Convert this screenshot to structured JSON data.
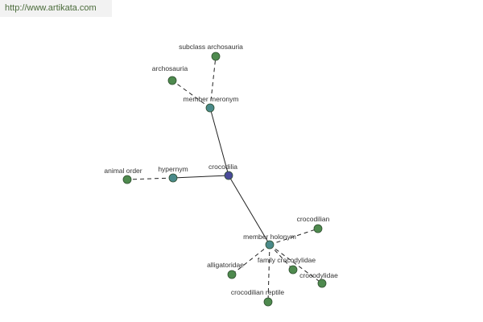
{
  "banner": {
    "url_text": "http://www.artikata.com"
  },
  "colors": {
    "center": "#4a4a9a",
    "relation": "#4a8a8a",
    "term": "#4e8a4e",
    "node_stroke": "#2f4f2f",
    "edge": "#222222"
  },
  "nodes": [
    {
      "id": "crocodilia",
      "label": "crocodilia",
      "kind": "center"
    },
    {
      "id": "member_meronym",
      "label": "member meronym",
      "kind": "relation"
    },
    {
      "id": "hypernym",
      "label": "hypernym",
      "kind": "relation"
    },
    {
      "id": "member_holonym",
      "label": "member holonym",
      "kind": "relation"
    },
    {
      "id": "subclass_archosauria",
      "label": "subclass archosauria",
      "kind": "term"
    },
    {
      "id": "archosauria",
      "label": "archosauria",
      "kind": "term"
    },
    {
      "id": "animal_order",
      "label": "animal order",
      "kind": "term"
    },
    {
      "id": "crocodilian",
      "label": "crocodilian",
      "kind": "term"
    },
    {
      "id": "alligatoridae",
      "label": "alligatoridae",
      "kind": "term"
    },
    {
      "id": "family_crocodylidae",
      "label": "family crocodylidae",
      "kind": "term"
    },
    {
      "id": "crocodylidae",
      "label": "crocodylidae",
      "kind": "term"
    },
    {
      "id": "crocodilian_reptile",
      "label": "crocodilian reptile",
      "kind": "term"
    }
  ],
  "edges": [
    {
      "from": "crocodilia",
      "to": "member_meronym",
      "style": "solid"
    },
    {
      "from": "crocodilia",
      "to": "hypernym",
      "style": "solid"
    },
    {
      "from": "crocodilia",
      "to": "member_holonym",
      "style": "solid"
    },
    {
      "from": "member_meronym",
      "to": "subclass_archosauria",
      "style": "dashed"
    },
    {
      "from": "member_meronym",
      "to": "archosauria",
      "style": "dashed"
    },
    {
      "from": "hypernym",
      "to": "animal_order",
      "style": "dashed"
    },
    {
      "from": "member_holonym",
      "to": "crocodilian",
      "style": "dashed"
    },
    {
      "from": "member_holonym",
      "to": "alligatoridae",
      "style": "dashed"
    },
    {
      "from": "member_holonym",
      "to": "family_crocodylidae",
      "style": "dashed"
    },
    {
      "from": "member_holonym",
      "to": "crocodylidae",
      "style": "dashed"
    },
    {
      "from": "member_holonym",
      "to": "crocodilian_reptile",
      "style": "dashed"
    }
  ]
}
